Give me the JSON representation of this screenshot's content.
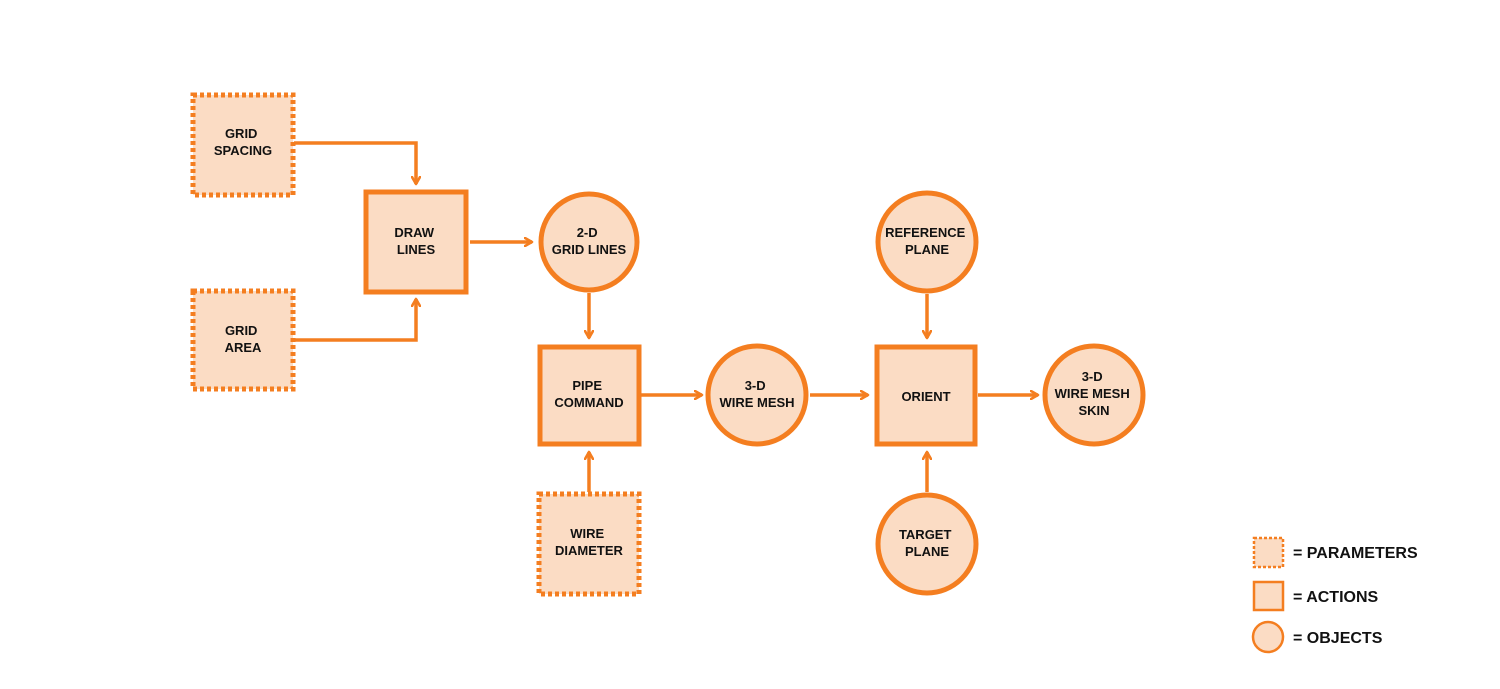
{
  "colors": {
    "accent": "#f47e20",
    "fill": "#fbdcc4",
    "text": "#111111"
  },
  "nodes": {
    "grid_spacing": {
      "kind": "parameter",
      "lines": [
        "GRID",
        "SPACING"
      ]
    },
    "grid_area": {
      "kind": "parameter",
      "lines": [
        "GRID",
        "AREA"
      ]
    },
    "draw_lines": {
      "kind": "action",
      "lines": [
        "DRAW",
        "LINES"
      ]
    },
    "grid_lines_2d": {
      "kind": "object",
      "lines": [
        "2-D",
        "GRID LINES"
      ]
    },
    "pipe_command": {
      "kind": "action",
      "lines": [
        "PIPE",
        "COMMAND"
      ]
    },
    "wire_diameter": {
      "kind": "parameter",
      "lines": [
        "WIRE",
        "DIAMETER"
      ]
    },
    "wire_mesh_3d": {
      "kind": "object",
      "lines": [
        "3-D",
        "WIRE MESH"
      ]
    },
    "orient": {
      "kind": "action",
      "lines": [
        "ORIENT"
      ]
    },
    "reference_plane": {
      "kind": "object",
      "lines": [
        "REFERENCE",
        "PLANE"
      ]
    },
    "target_plane": {
      "kind": "object",
      "lines": [
        "TARGET",
        "PLANE"
      ]
    },
    "wire_mesh_skin_3d": {
      "kind": "object",
      "lines": [
        "3-D",
        "WIRE MESH",
        "SKIN"
      ]
    }
  },
  "edges": [
    {
      "from": "grid_spacing",
      "to": "draw_lines"
    },
    {
      "from": "grid_area",
      "to": "draw_lines"
    },
    {
      "from": "draw_lines",
      "to": "grid_lines_2d"
    },
    {
      "from": "grid_lines_2d",
      "to": "pipe_command"
    },
    {
      "from": "wire_diameter",
      "to": "pipe_command"
    },
    {
      "from": "pipe_command",
      "to": "wire_mesh_3d"
    },
    {
      "from": "wire_mesh_3d",
      "to": "orient"
    },
    {
      "from": "reference_plane",
      "to": "orient"
    },
    {
      "from": "target_plane",
      "to": "orient"
    },
    {
      "from": "orient",
      "to": "wire_mesh_skin_3d"
    }
  ],
  "legend": {
    "parameters": "= PARAMETERS",
    "actions": "= ACTIONS",
    "objects": "= OBJECTS"
  }
}
